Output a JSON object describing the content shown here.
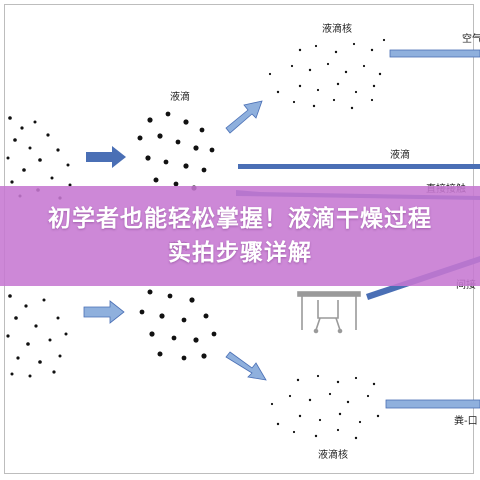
{
  "diagram": {
    "labels": {
      "droplet_top": "液滴",
      "droplet_mid": "液滴",
      "droplet_core_top": "液滴核",
      "droplet_core_bottom": "液滴核",
      "air": "空气",
      "droplet_right": "液滴",
      "direct_contact": "直接接触",
      "indirect_contact": "间接",
      "feces": "粪-口"
    }
  },
  "banner": {
    "text": "初学者也能轻松掌握！液滴干燥过程实拍步骤详解",
    "bg": "#c678d2"
  },
  "colors": {
    "arrow_blue": "#4a6fb5",
    "arrow_light": "#8fb0dd",
    "dots": "#111111"
  }
}
